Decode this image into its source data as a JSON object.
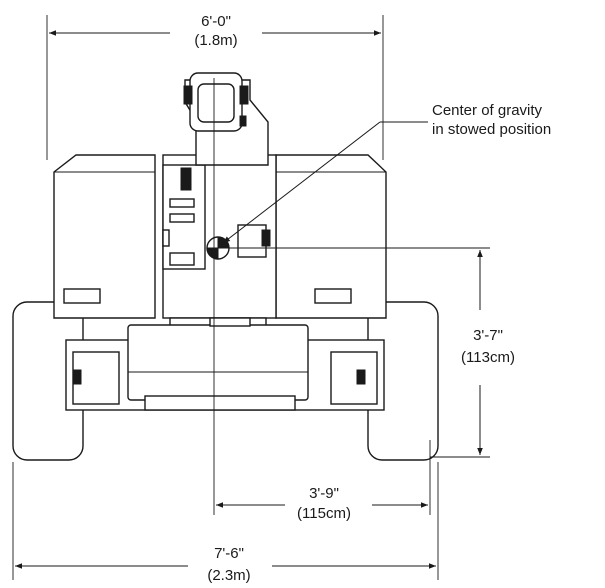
{
  "dimensions": {
    "top_width": {
      "imperial": "6'-0\"",
      "metric": "(1.8m)"
    },
    "cg_height": {
      "imperial": "3'-7\"",
      "metric": "(113cm)"
    },
    "cg_lateral": {
      "imperial": "3'-9\"",
      "metric": "(115cm)"
    },
    "overall_width": {
      "imperial": "7'-6\"",
      "metric": "(2.3m)"
    }
  },
  "callout": {
    "line1": "Center of gravity",
    "line2": "in stowed position"
  }
}
